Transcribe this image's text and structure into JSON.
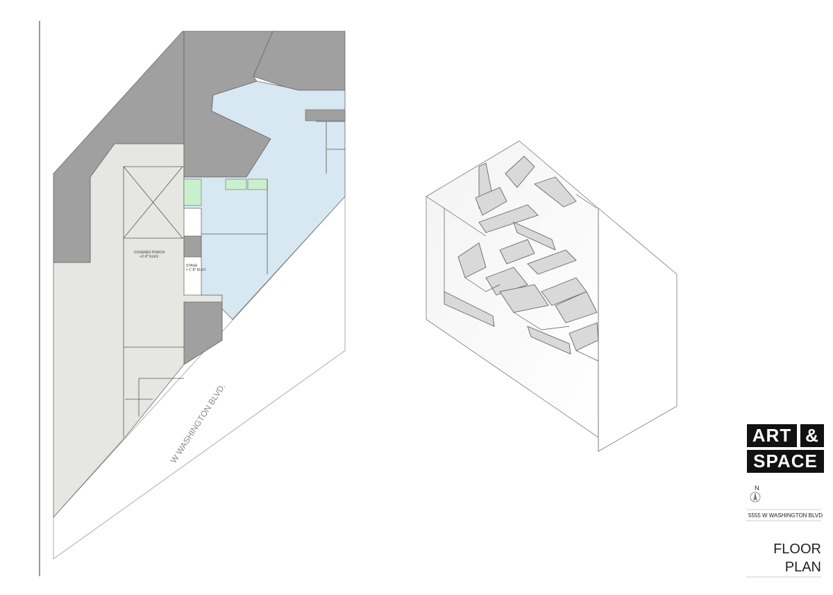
{
  "plan": {
    "street_label": "W WASHINGTON BLVD.",
    "covered_porch": [
      "COVERED PORCH",
      "+3'-8\" ELEV."
    ],
    "stage": [
      "STAGE",
      "+ 1'-8\" ELEV."
    ]
  },
  "title_block": {
    "logo_words": [
      "ART",
      "&",
      "SPACE"
    ],
    "north_label": "N",
    "address": "5555 W WASHINGTON BLVD",
    "sheet_title_line1": "FLOOR",
    "sheet_title_line2": "PLAN"
  },
  "colors": {
    "dark_space": "#a0a0a0",
    "light_space": "#e6e6e2",
    "blue_space": "#d8e8f2",
    "green_space": "#c9f0cc",
    "logo_bg": "#111111"
  }
}
